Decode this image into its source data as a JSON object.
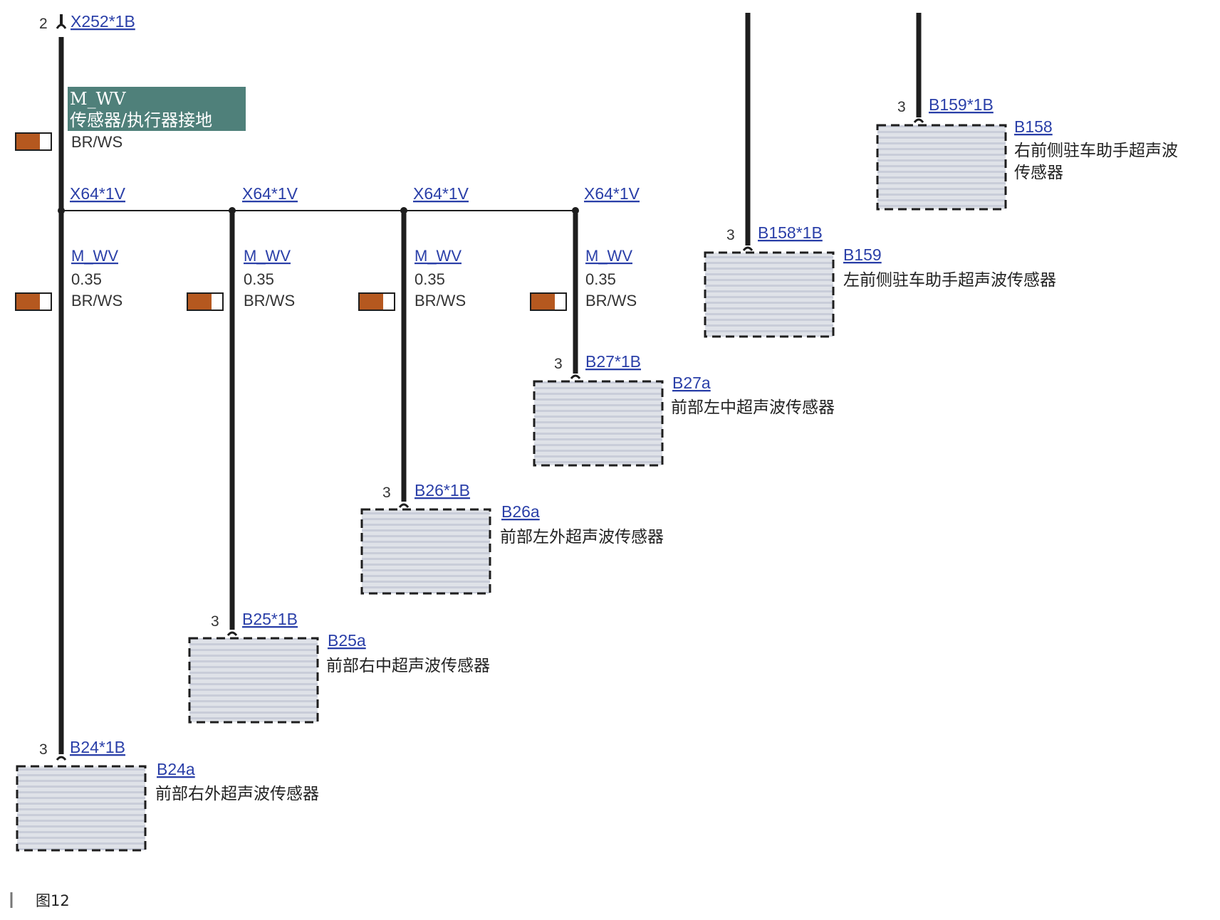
{
  "top_connector": {
    "pin": "2",
    "id": "X252*1B"
  },
  "highlight": {
    "line1": "M_WV",
    "line2": "传感器/执行器接地"
  },
  "top_wire_color": "BR/WS",
  "splice_label": "X64*1V",
  "branch_wire": {
    "name": "M_WV",
    "size": "0.35",
    "color": "BR/WS"
  },
  "sensors": [
    {
      "pin": "3",
      "connector": "B24*1B",
      "id": "B24a",
      "desc": "前部右外超声波传感器"
    },
    {
      "pin": "3",
      "connector": "B25*1B",
      "id": "B25a",
      "desc": "前部右中超声波传感器"
    },
    {
      "pin": "3",
      "connector": "B26*1B",
      "id": "B26a",
      "desc": "前部左外超声波传感器"
    },
    {
      "pin": "3",
      "connector": "B27*1B",
      "id": "B27a",
      "desc": "前部左中超声波传感器"
    }
  ],
  "side_sensors": [
    {
      "pin": "3",
      "connector": "B158*1B",
      "id": "B159",
      "desc_lines": [
        "左前侧驻车助手超声波传感器"
      ]
    },
    {
      "pin": "3",
      "connector": "B159*1B",
      "id": "B158",
      "desc_lines": [
        "右前侧驻车助手超声波",
        "传感器"
      ]
    }
  ],
  "figure_caption": "图12",
  "colors": {
    "wire": "#1e1e1e",
    "link": "#2a3fa8",
    "highlight_bg": "#4f807a",
    "swatch_brown": "#b5581f",
    "box_fill": "#d9dce3",
    "box_stripe": "#c5c9d6"
  }
}
